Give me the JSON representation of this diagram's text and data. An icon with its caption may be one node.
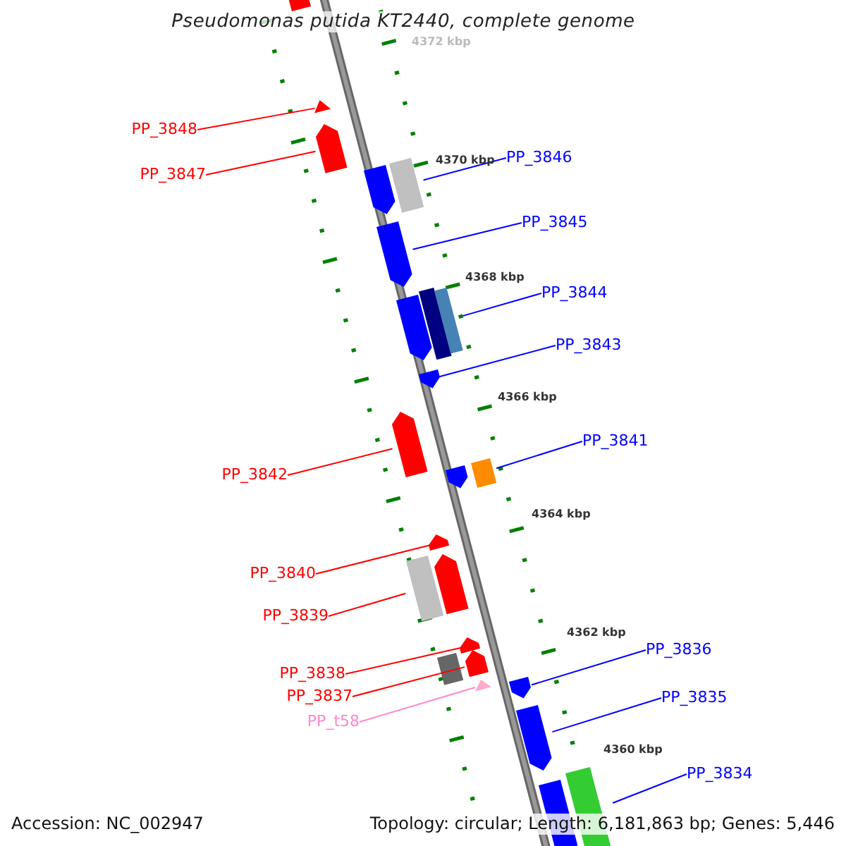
{
  "diagram": {
    "title": "Pseudomonas putida KT2440, complete genome",
    "nodes": [
      {
        "text": [
          "PP_3848"
        ]
      },
      {
        "text": [
          "PP_3847"
        ]
      },
      {
        "text": [
          "PP_3846"
        ]
      },
      {
        "text": [
          "PP_3845"
        ]
      },
      {
        "text": [
          "PP_3844"
        ]
      },
      {
        "text": [
          "PP_3843"
        ]
      },
      {
        "text": [
          "PP_3842"
        ]
      },
      {
        "text": [
          "PP_3841"
        ]
      },
      {
        "text": [
          "PP_3840"
        ]
      },
      {
        "text": [
          "PP_3839"
        ]
      },
      {
        "text": [
          "PP_3838"
        ]
      },
      {
        "text": [
          "PP_3837"
        ]
      },
      {
        "text": [
          "PP_t58"
        ]
      },
      {
        "text": [
          "PP_3836"
        ]
      },
      {
        "text": [
          "PP_3835"
        ]
      },
      {
        "text": [
          "PP_3834"
        ]
      },
      {
        "text": [],
        "shape": "arrow"
      },
      {
        "text": [],
        "shape": "triangle"
      },
      {
        "text": [],
        "shape": "arrow"
      },
      {
        "text": [],
        "shape": "arrow"
      },
      {
        "text": [],
        "shape": "bar"
      },
      {
        "text": [],
        "shape": "arrow"
      },
      {
        "text": [],
        "shape": "arrow"
      },
      {
        "text": [],
        "shape": "bar"
      },
      {
        "text": [],
        "shape": "bar"
      },
      {
        "text": [],
        "shape": "arrow"
      },
      {
        "text": [],
        "shape": "arrow"
      },
      {
        "text": [],
        "shape": "arrow"
      },
      {
        "text": [],
        "shape": "bar"
      },
      {
        "text": [],
        "shape": "arrow"
      },
      {
        "text": [],
        "shape": "bar"
      },
      {
        "text": [],
        "shape": "arrow"
      },
      {
        "text": [],
        "shape": "arrow"
      },
      {
        "text": [],
        "shape": "bar"
      },
      {
        "text": [],
        "shape": "arrow"
      },
      {
        "text": [],
        "shape": "triangle"
      },
      {
        "text": [],
        "shape": "arrow"
      },
      {
        "text": [],
        "shape": "arrow"
      },
      {
        "text": [],
        "shape": "arrow"
      },
      {
        "text": [],
        "shape": "bar"
      }
    ],
    "edges": [
      {
        "from": 0,
        "to": 17,
        "arrow": "none",
        "color": "#ff0000"
      },
      {
        "from": 1,
        "to": 18,
        "arrow": "none",
        "color": "#ff0000"
      },
      {
        "from": 2,
        "to": 20,
        "arrow": "none"
      },
      {
        "from": 3,
        "to": 21,
        "arrow": "none"
      },
      {
        "from": 4,
        "to": 24,
        "arrow": "none"
      },
      {
        "from": 5,
        "to": 25,
        "arrow": "none"
      },
      {
        "from": 6,
        "to": 26,
        "arrow": "none",
        "color": "#ff0000"
      },
      {
        "from": 7,
        "to": 28,
        "arrow": "none"
      },
      {
        "from": 8,
        "to": 29,
        "arrow": "none",
        "color": "#ff0000"
      },
      {
        "from": 9,
        "to": 30,
        "arrow": "none",
        "color": "#ff0000"
      },
      {
        "from": 10,
        "to": 32,
        "arrow": "none",
        "color": "#ff0000"
      },
      {
        "from": 11,
        "to": 34,
        "arrow": "none",
        "color": "#ff0000"
      },
      {
        "from": 12,
        "to": 35,
        "arrow": "none",
        "color": "#ff88cc"
      },
      {
        "from": 13,
        "to": 36,
        "arrow": "none"
      },
      {
        "from": 14,
        "to": 37,
        "arrow": "none"
      },
      {
        "from": 15,
        "to": 39,
        "arrow": "none"
      }
    ],
    "labels": [
      "4372 kbp",
      "4370 kbp",
      "4368 kbp",
      "4366 kbp",
      "4364 kbp",
      "4362 kbp",
      "4360 kbp",
      "Accession: NC_002947",
      "Topology: circular; Length: 6,181,863 bp; Genes: 5,446"
    ]
  }
}
